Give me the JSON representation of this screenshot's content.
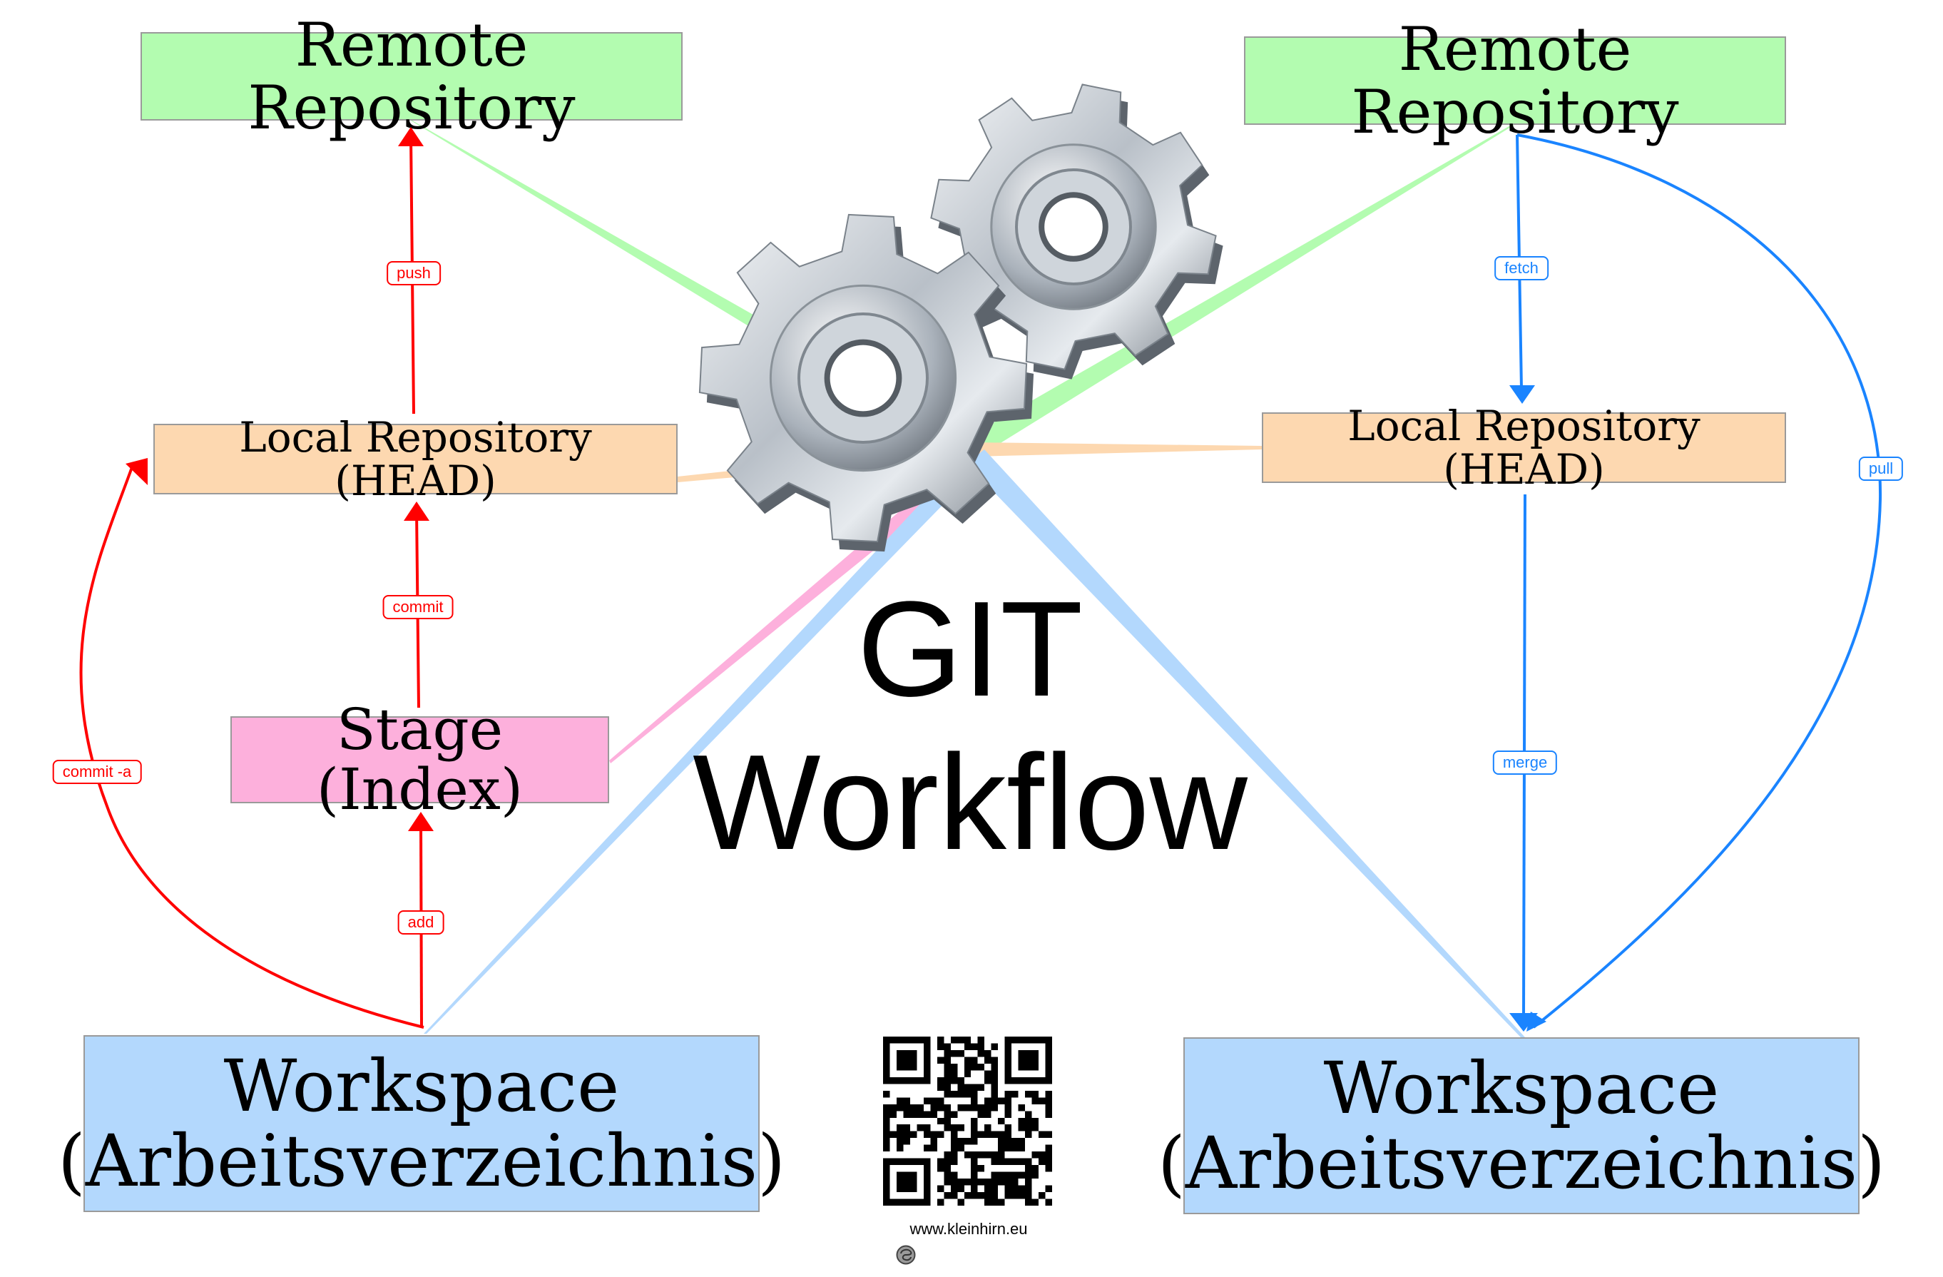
{
  "title": {
    "line1": "GIT",
    "line2": "Workflow"
  },
  "left": {
    "remote": "Remote Repository",
    "local": "Local Repository (HEAD)",
    "stage": "Stage (Index)",
    "workspace_line1": "Workspace",
    "workspace_line2": "(Arbeitsverzeichnis)",
    "arrows": {
      "push": "push",
      "commit": "commit",
      "add": "add",
      "commit_all": "commit -a"
    }
  },
  "right": {
    "remote": "Remote Repository",
    "local": "Local Repository (HEAD)",
    "workspace_line1": "Workspace",
    "workspace_line2": "(Arbeitsverzeichnis)",
    "arrows": {
      "fetch": "fetch",
      "merge": "merge",
      "pull": "pull"
    }
  },
  "footer": {
    "url": "www.kleinhirn.eu",
    "logo_icon": "brain-icon",
    "qr_icon": "qr-code-icon"
  },
  "colors": {
    "remote": "#b3fcb0",
    "local": "#fdd8b0",
    "stage": "#fdb0dc",
    "workspace": "#b3d8fd",
    "left_arrows": "#ff0000",
    "right_arrows": "#1a84ff"
  }
}
